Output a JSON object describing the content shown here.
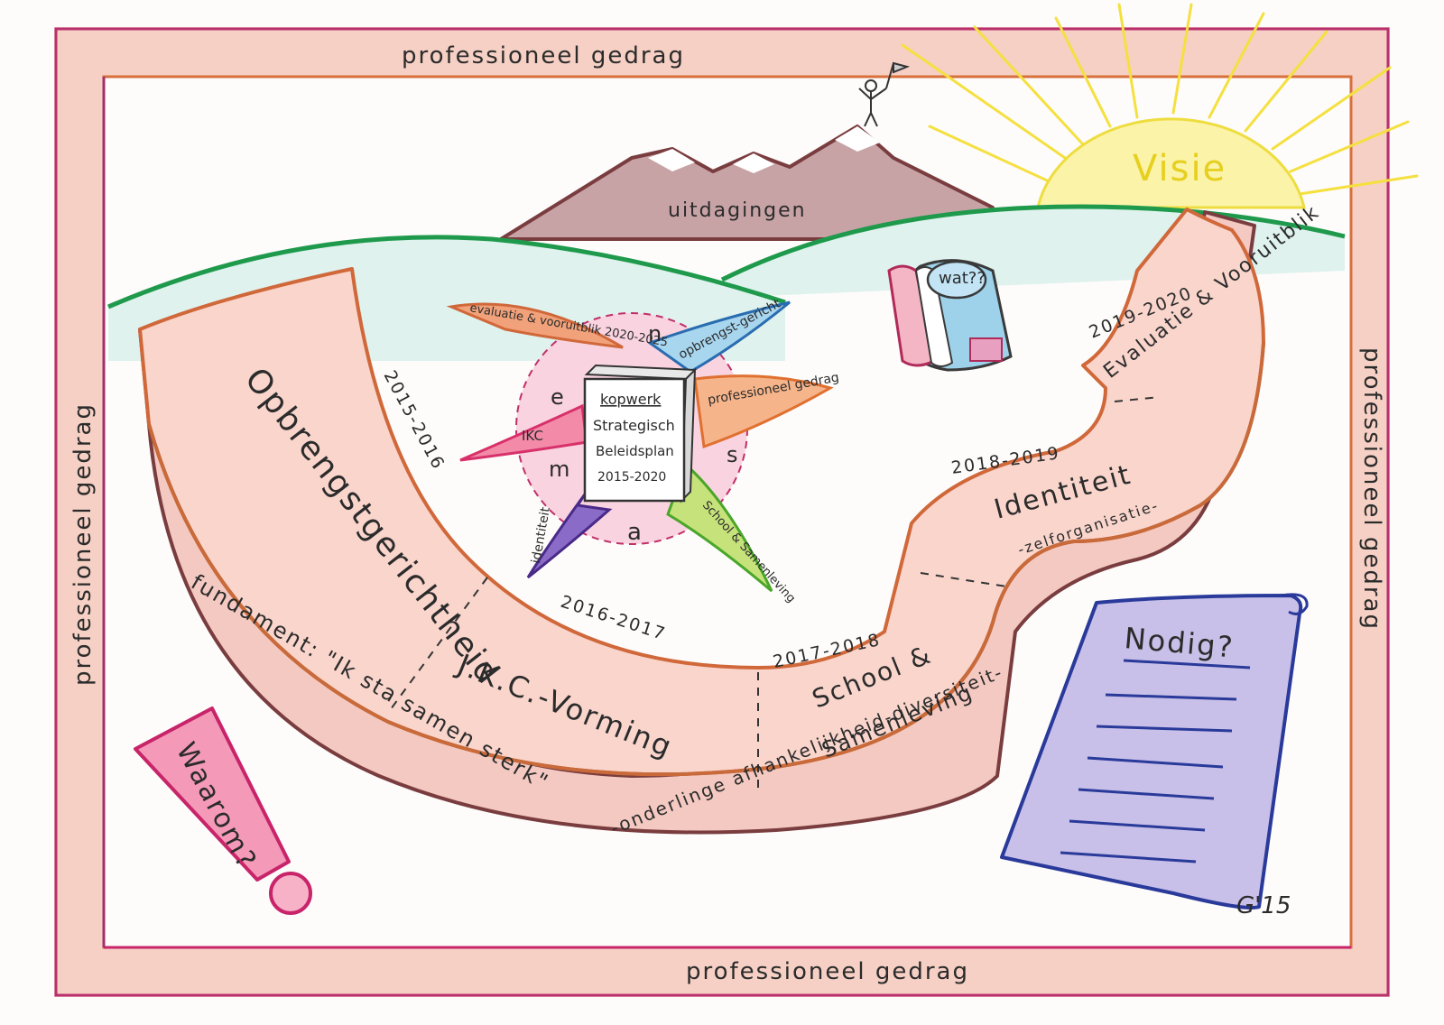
{
  "frame": {
    "top_label": "professioneel gedrag",
    "bottom_label": "professioneel gedrag",
    "left_label": "professioneel gedrag",
    "right_label": "professioneel gedrag"
  },
  "sky": {
    "sun_label": "Visie",
    "mountain_label": "uitdagingen"
  },
  "road": {
    "main_label": "Opbrengstgerichtheid",
    "segments": {
      "s1_year": "2015-2016",
      "s2_year": "2016-2017",
      "s2_label": "J.K.C.-Vorming",
      "s3_year": "2017-2018",
      "s3_label_line1": "School &",
      "s3_label_line2": "Samenleving",
      "s4_year": "2018-2019",
      "s4_label": "Identiteit",
      "s4_sub": "-zelforganisatie-",
      "s5_year": "2019-2020",
      "s5_label": "Evaluatie & Vooruitblik"
    },
    "fundament": "fundament: \"Ik sta samen sterk\"",
    "fundament_sub": "-onderlinge afhankelijkheid-diversiteit-"
  },
  "center": {
    "book_title": "kopwerk",
    "book_line1": "Strategisch",
    "book_line2": "Beleidsplan",
    "book_line3": "2015-2020",
    "letters": [
      "n",
      "e",
      "s",
      "m",
      "a"
    ],
    "rays": {
      "r1": "evaluatie & vooruitblik 2020-2025",
      "r2": "opbrengst-gericht",
      "r3": "professioneel gedrag",
      "r4": "IKC",
      "r5": "identiteit",
      "r6": "School & Samenleving"
    }
  },
  "backpack": {
    "label": "wat??"
  },
  "scroll": {
    "title": "Nodig?"
  },
  "exclaim": {
    "label": "Waarom?"
  },
  "signature": {
    "text": "G'15"
  }
}
